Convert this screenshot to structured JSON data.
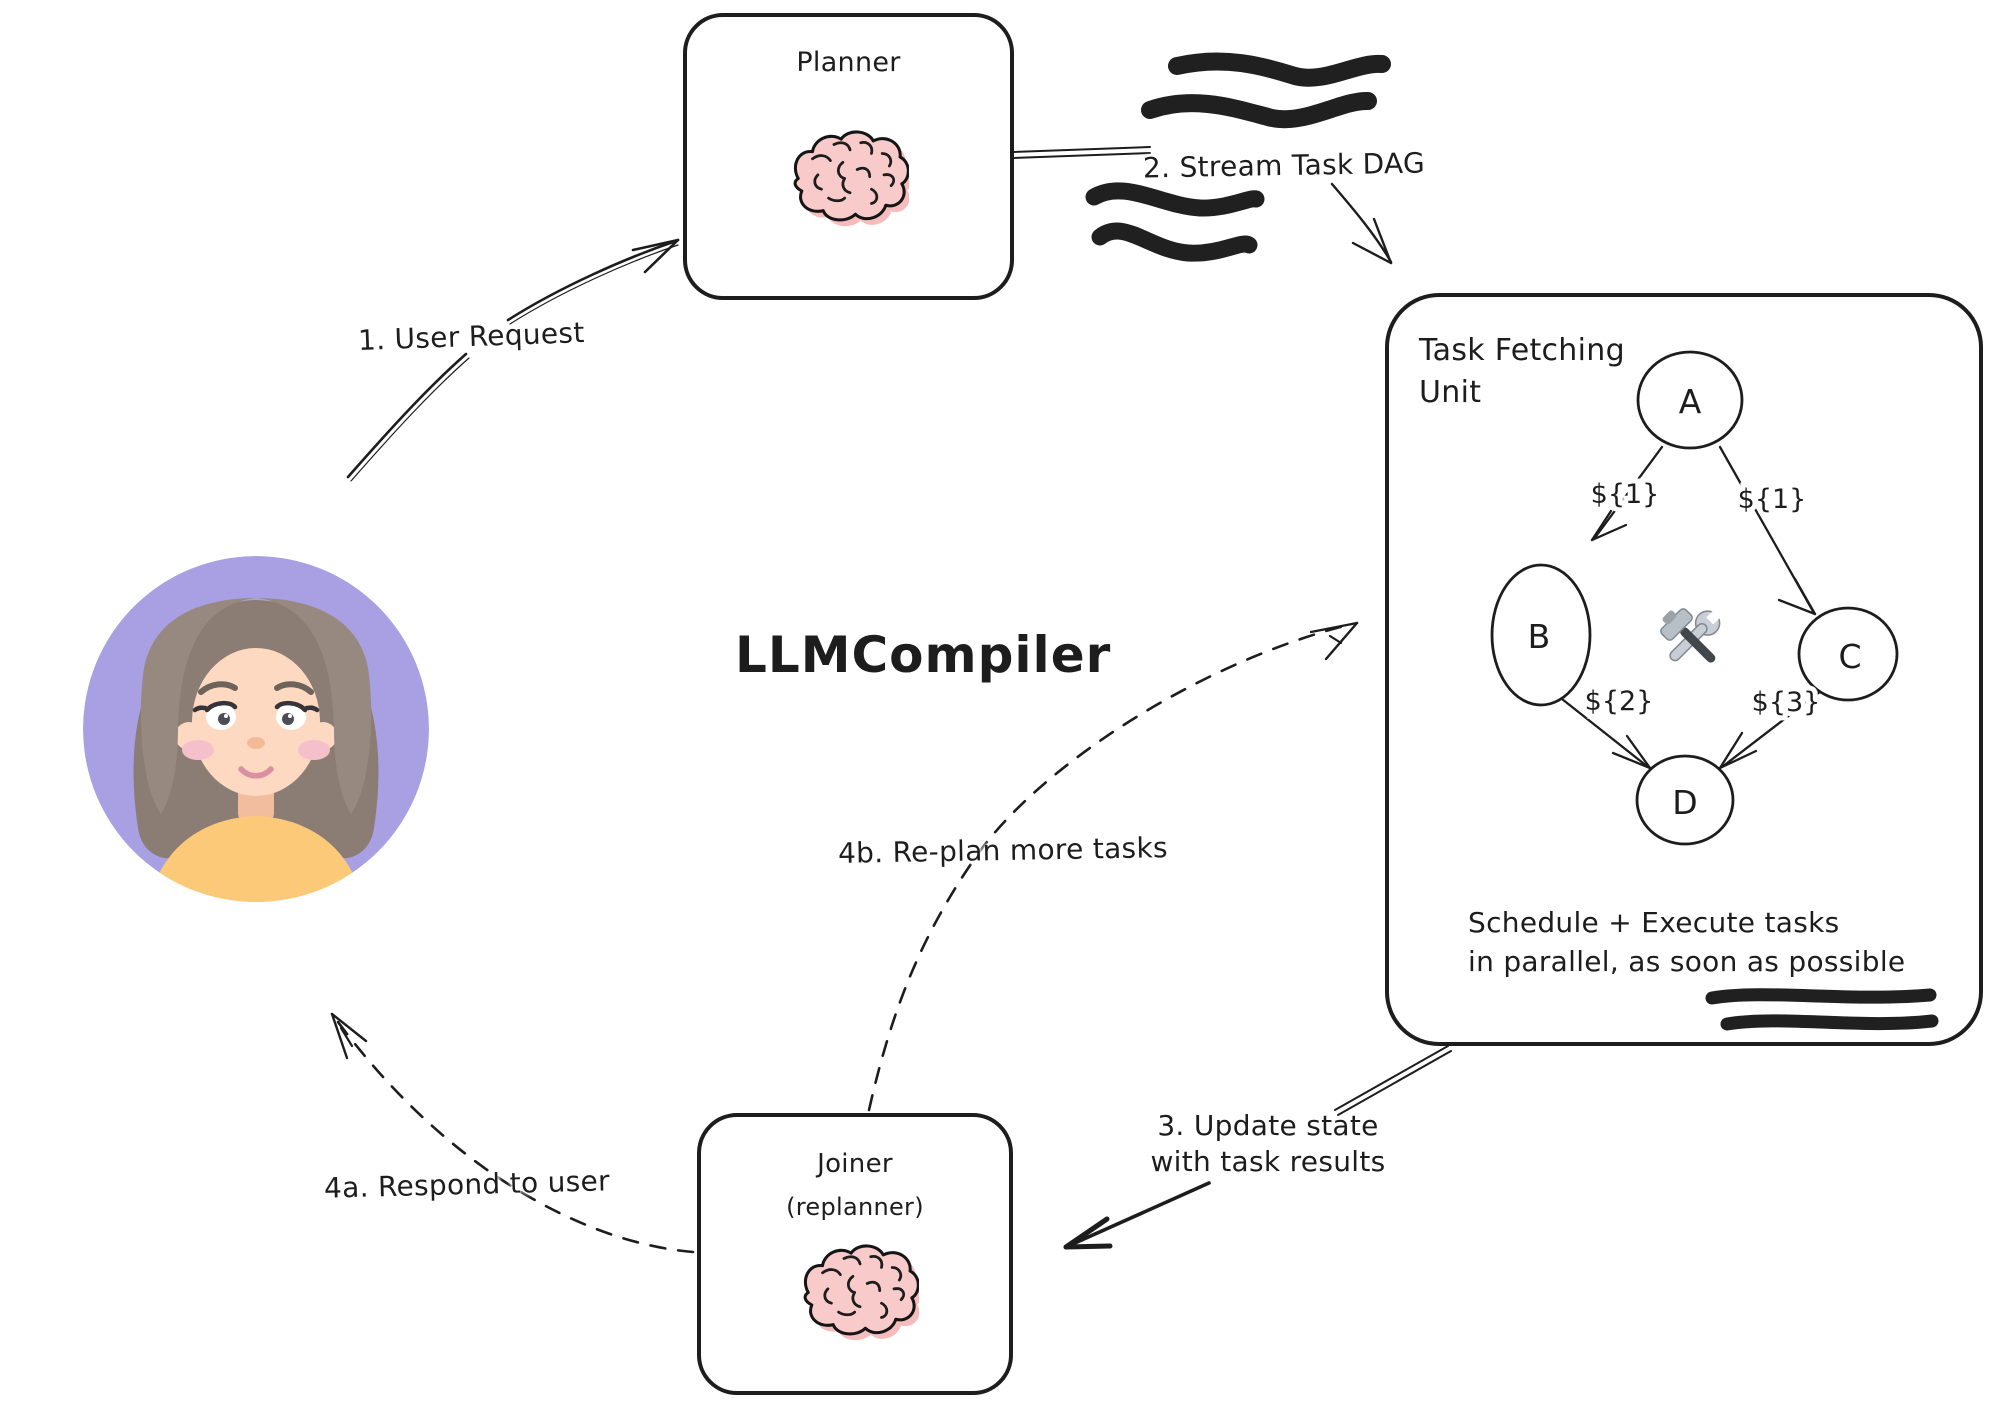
{
  "title": "LLMCompiler",
  "planner": {
    "title": "Planner"
  },
  "joiner": {
    "title": "Joiner",
    "subtitle": "(replanner)"
  },
  "task_fetching_unit": {
    "title_line1": "Task Fetching",
    "title_line2": "Unit",
    "caption_line1": "Schedule + Execute tasks",
    "caption_line2": "in parallel, as soon as possible",
    "nodes": [
      "A",
      "B",
      "C",
      "D"
    ],
    "edges": [
      {
        "from": "A",
        "to": "B",
        "label": "${1}"
      },
      {
        "from": "A",
        "to": "C",
        "label": "${1}"
      },
      {
        "from": "B",
        "to": "D",
        "label": "${2}"
      },
      {
        "from": "C",
        "to": "D",
        "label": "${3}"
      }
    ]
  },
  "labels": {
    "step1": "1. User Request",
    "step2": "2. Stream Task DAG",
    "step3_line1": "3. Update state",
    "step3_line2": "with task results",
    "step4a": "4a. Respond to user",
    "step4b": "4b. Re-plan more tasks"
  },
  "icons": {
    "planner_icon": "brain",
    "joiner_icon": "brain",
    "executor_icon": "hammer-and-wrench",
    "user_icon": "woman-avatar"
  },
  "colors": {
    "ink": "#1d1d1d",
    "brain_pink": "#f8caca",
    "brain_pink_shadow": "#f6bcbc",
    "avatar_background": "#a9a0e4",
    "avatar_hair": "#97897f",
    "avatar_hair_dark": "#8b7d73",
    "avatar_skin": "#fdd9c2",
    "avatar_shirt": "#fcc979"
  }
}
